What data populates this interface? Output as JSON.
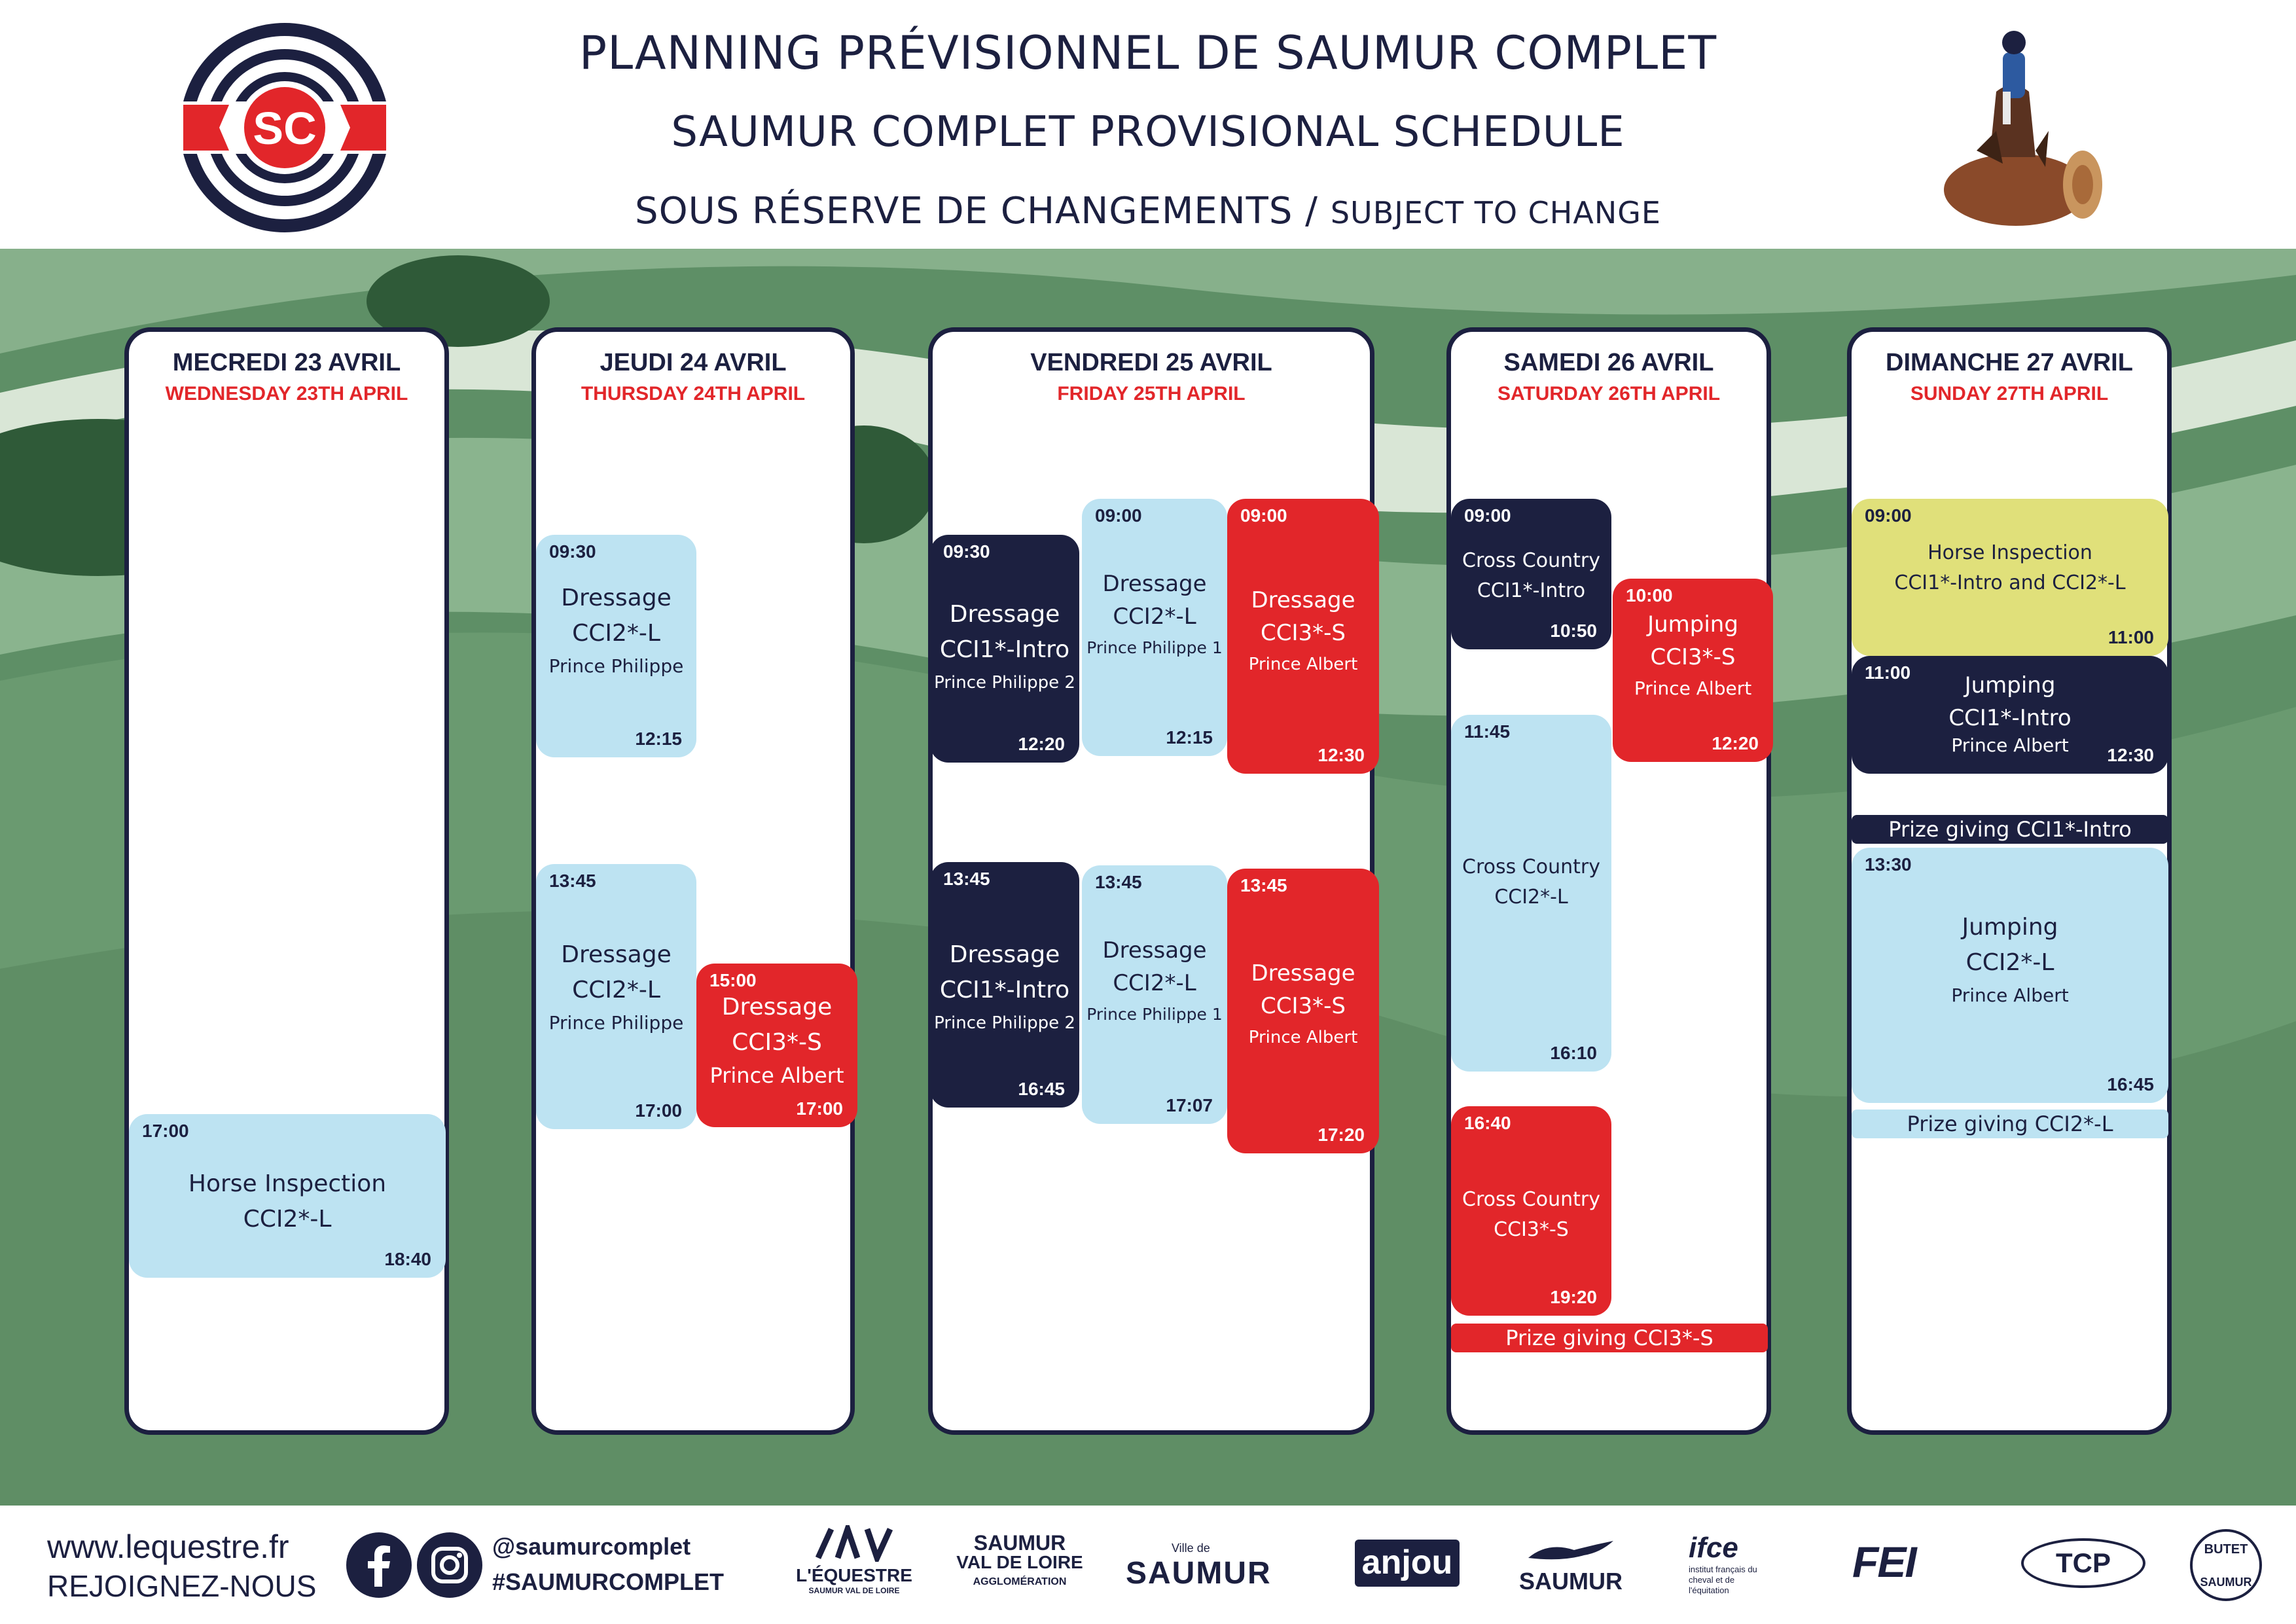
{
  "header": {
    "title_fr": "PLANNING PRÉVISIONNEL DE SAUMUR COMPLET",
    "title_en": "SAUMUR COMPLET PROVISIONAL SCHEDULE",
    "notice_fr": "SOUS RÉSERVE DE CHANGEMENTS",
    "notice_sep": " / ",
    "notice_en": "SUBJECT TO CHANGE",
    "logo_text": "SC"
  },
  "colors": {
    "navy": "#1c2040",
    "red": "#e2262a",
    "light_blue": "#bde3f2",
    "yellow": "#e0e07a",
    "green": "#6e9a73"
  },
  "days": [
    {
      "fr": "MECREDI 23 AVRIL",
      "en": "WEDNESDAY 23TH APRIL"
    },
    {
      "fr": "JEUDI 24 AVRIL",
      "en": "THURSDAY 24TH APRIL"
    },
    {
      "fr": "VENDREDI 25 AVRIL",
      "en": "FRIDAY 25TH APRIL"
    },
    {
      "fr": "SAMEDI 26 AVRIL",
      "en": "SATURDAY 26TH APRIL"
    },
    {
      "fr": "DIMANCHE 27 AVRIL",
      "en": "SUNDAY 27TH APRIL"
    }
  ],
  "events": {
    "wed_hi": {
      "start": "17:00",
      "end": "18:40",
      "l1": "Horse Inspection",
      "l2": "CCI2*-L"
    },
    "thu_d1": {
      "start": "09:30",
      "end": "12:15",
      "l1": "Dressage",
      "l2": "CCI2*-L",
      "l3": "Prince Philippe"
    },
    "thu_d2": {
      "start": "13:45",
      "end": "17:00",
      "l1": "Dressage",
      "l2": "CCI2*-L",
      "l3": "Prince Philippe"
    },
    "thu_d3": {
      "start": "15:00",
      "end": "17:00",
      "l1": "Dressage",
      "l2": "CCI3*-S",
      "l3": "Prince Albert"
    },
    "fri_a1": {
      "start": "09:30",
      "end": "12:20",
      "l1": "Dressage",
      "l2": "CCI1*-Intro",
      "l3": "Prince Philippe 2"
    },
    "fri_a2": {
      "start": "09:00",
      "end": "12:15",
      "l1": "Dressage",
      "l2": "CCI2*-L",
      "l3": "Prince Philippe 1"
    },
    "fri_a3": {
      "start": "09:00",
      "end": "12:30",
      "l1": "Dressage",
      "l2": "CCI3*-S",
      "l3": "Prince Albert"
    },
    "fri_b1": {
      "start": "13:45",
      "end": "16:45",
      "l1": "Dressage",
      "l2": "CCI1*-Intro",
      "l3": "Prince Philippe 2"
    },
    "fri_b2": {
      "start": "13:45",
      "end": "17:07",
      "l1": "Dressage",
      "l2": "CCI2*-L",
      "l3": "Prince Philippe 1"
    },
    "fri_b3": {
      "start": "13:45",
      "end": "17:20",
      "l1": "Dressage",
      "l2": "CCI3*-S",
      "l3": "Prince Albert"
    },
    "sat_c1": {
      "start": "09:00",
      "end": "10:50",
      "l1": "Cross Country",
      "l2": "CCI1*-Intro"
    },
    "sat_j3": {
      "start": "10:00",
      "end": "12:20",
      "l1": "Jumping",
      "l2": "CCI3*-S",
      "l3": "Prince Albert"
    },
    "sat_c2": {
      "start": "11:45",
      "end": "16:10",
      "l1": "Cross Country",
      "l2": "CCI2*-L"
    },
    "sat_c3": {
      "start": "16:40",
      "end": "19:20",
      "l1": "Cross Country",
      "l2": "CCI3*-S"
    },
    "sat_prize": {
      "label": "Prize giving CCI3*-S"
    },
    "sun_hi": {
      "start": "09:00",
      "end": "11:00",
      "l1": "Horse Inspection",
      "l2": "CCI1*-Intro and CCI2*-L"
    },
    "sun_j1": {
      "start": "11:00",
      "end": "12:30",
      "l1": "Jumping",
      "l2": "CCI1*-Intro",
      "l3": "Prince Albert"
    },
    "sun_prize1": {
      "label": "Prize giving CCI1*-Intro"
    },
    "sun_j2": {
      "start": "13:30",
      "end": "16:45",
      "l1": "Jumping",
      "l2": "CCI2*-L",
      "l3": "Prince Albert"
    },
    "sun_prize2": {
      "label": "Prize giving CCI2*-L"
    }
  },
  "footer": {
    "website": "www.lequestre.fr",
    "join": "REJOIGNEZ-NOUS",
    "handle": "@saumurcomplet",
    "hashtag": "#SAUMURCOMPLET",
    "sponsors": {
      "lequestre": "L'ÉQUESTRE",
      "lequestre_sub": "SAUMUR VAL DE LOIRE",
      "agglo_1": "SAUMUR",
      "agglo_2": "VAL DE LOIRE",
      "agglo_3": "AGGLOMÉRATION",
      "ville_small": "Ville de",
      "ville": "SAUMUR",
      "anjou": "anjou",
      "cadre": "SAUMUR",
      "ifce": "ifce",
      "ifce_sub": "institut français du cheval et de l'équitation",
      "fei": "FEI",
      "tcp": "TCP",
      "butet": "BUTET",
      "butet_sub": "SAUMUR"
    }
  }
}
